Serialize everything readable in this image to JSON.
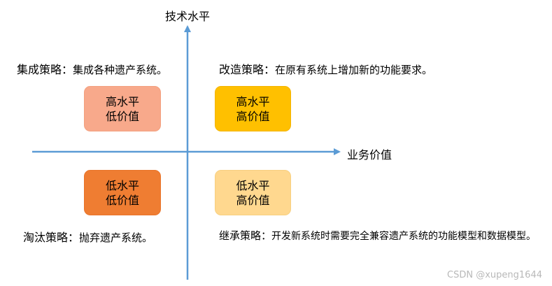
{
  "axes": {
    "y_label": "技术水平",
    "x_label": "业务价值"
  },
  "quadrants": {
    "top_left": {
      "strategy_title": "集成策略：",
      "strategy_desc": "集成各种遗产系统。",
      "box_line1": "高水平",
      "box_line2": "低价值",
      "fill": "#f8a98b",
      "border": "#f3a07f"
    },
    "top_right": {
      "strategy_title": "改造策略：",
      "strategy_desc": "在原有系统上增加新的功能要求。",
      "box_line1": "高水平",
      "box_line2": "高价值",
      "fill": "#ffc000",
      "border": "#f4b400"
    },
    "bottom_left": {
      "strategy_title": "淘汰策略：",
      "strategy_desc": "抛弃遗产系统。",
      "box_line1": "低水平",
      "box_line2": "低价值",
      "fill": "#ef7d32",
      "border": "#e9742a"
    },
    "bottom_right": {
      "strategy_title": "继承策略：",
      "strategy_desc": "开发新系统时需要完全兼容遗产系统的功能模型和数据模型。",
      "box_line1": "低水平",
      "box_line2": "高价值",
      "fill": "#ffd88f",
      "border": "#f7cf80"
    }
  },
  "axis_color": "#5b9bd5",
  "watermark": "CSDN @xupeng1644"
}
